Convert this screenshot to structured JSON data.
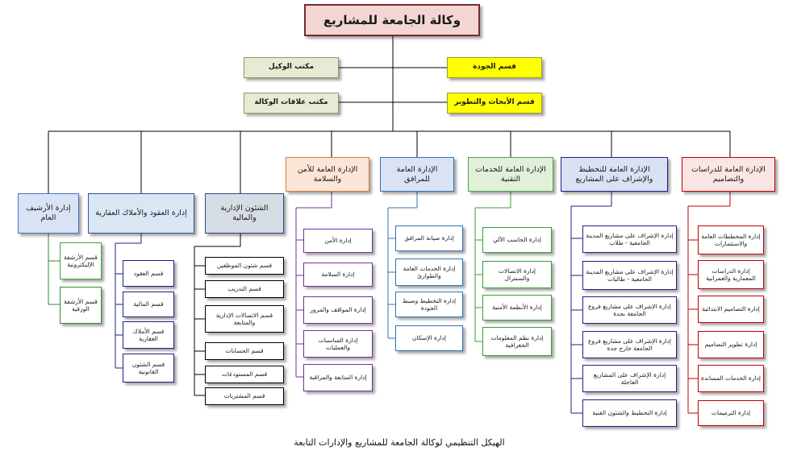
{
  "title": "وكالة الجامعة للمشاريع",
  "offices": {
    "agent_office": "مكتب الوكيل",
    "quality": "قسم الجودة",
    "relations_office": "مكتب علاقات الوكالة",
    "research": "قسم الأبحاث والتطوير"
  },
  "departments": {
    "studies": {
      "label": "الإدارة العامة للدراسات والتصاميم",
      "items": [
        "إدارة المخططات العامة والاستثمارات",
        "إدارة الدراسات المعمارية والعمرانية",
        "إدارة التصاميم الابتدائية",
        "إدارة تطوير التصاميم",
        "إدارة الخدمات المساندة",
        "إدارة الترميمات"
      ]
    },
    "planning": {
      "label": "الإدارة العامة للتخطيط والإشراف على المشاريع",
      "items": [
        "إدارة الإشراف على مشاريع المدينة الجامعية - طلاب",
        "إدارة الإشراف على مشاريع المدينة الجامعية - طالبات",
        "إدارة الإشراف على مشاريع فروع الجامعة بجدة",
        "إدارة الإشراف على مشاريع فروع الجامعة خارج جدة",
        "إدارة الإشراف على المشاريع العاجلة",
        "إدارة التخطيط والشئون الفنية"
      ]
    },
    "tech": {
      "label": "الإدارة العامة للخدمات التقنية",
      "items": [
        "إدارة الحاسب الآلي",
        "إدارة الاتصالات والسنترال",
        "إدارة الأنظمة الأمنية",
        "إدارة نظم المعلومات الجغرافية"
      ]
    },
    "facilities": {
      "label": "الإدارة العامة للمرافق",
      "items": [
        "إدارة صيانة المرافق",
        "إدارة الخدمات العامة والطوارئ",
        "إدارة التخطيط وضبط الجودة",
        "إدارة الإسكان"
      ]
    },
    "security": {
      "label": "الإدارة العامة للأمن والسلامة",
      "items": [
        "إدارة الأمن",
        "إدارة السلامة",
        "إدارة المواقف والمرور",
        "إدارة المناسبات والعمليات",
        "إدارة المتابعة والمراقبة"
      ]
    },
    "admin": {
      "label": "الشئون الإدارية والمالية",
      "items": [
        "قسم شئون الموظفين",
        "قسم التدريب",
        "قسم الاتصالات الإدارية والمتابعة",
        "قسم الحسابات",
        "قسم المستودعات",
        "قسم المشتريات"
      ]
    },
    "contracts": {
      "label": "إدارة العقود والأملاك العقارية",
      "items": [
        "قسم العقود",
        "قسم المالية",
        "قسم الأملاك العقارية",
        "قسم الشئون القانونية"
      ]
    },
    "archive": {
      "label": "إدارة الأرشيف العام",
      "items": [
        "قسم الأرشفة الإليكترونية",
        "قسم الأرشفة الورقية"
      ]
    }
  },
  "caption": "الهيكل التنظيمي لوكالة الجامعة للمشاريع والإدارات التابعة"
}
